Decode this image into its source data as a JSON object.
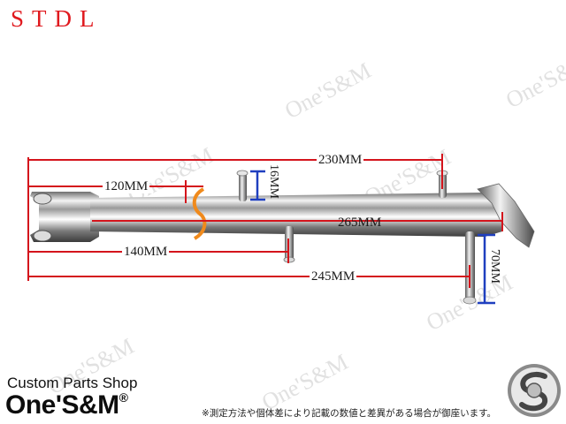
{
  "title": "STDL",
  "watermark": "One'S&M",
  "dimensions": {
    "d230": "230MM",
    "d120": "120MM",
    "d16": "16MM",
    "d265": "265MM",
    "d140": "140MM",
    "d70": "70MM",
    "d245": "245MM"
  },
  "footer": {
    "shop_label": "Custom Parts Shop",
    "brand": "One'S&M",
    "registered": "®",
    "note": "※測定方法や個体差により記載の数値と差異がある場合が御座います。"
  },
  "colors": {
    "title": "#e0191e",
    "dimension_line": "#d4141c",
    "small_dimension_line": "#1f3fbf",
    "break_mark": "#f08a1c"
  }
}
